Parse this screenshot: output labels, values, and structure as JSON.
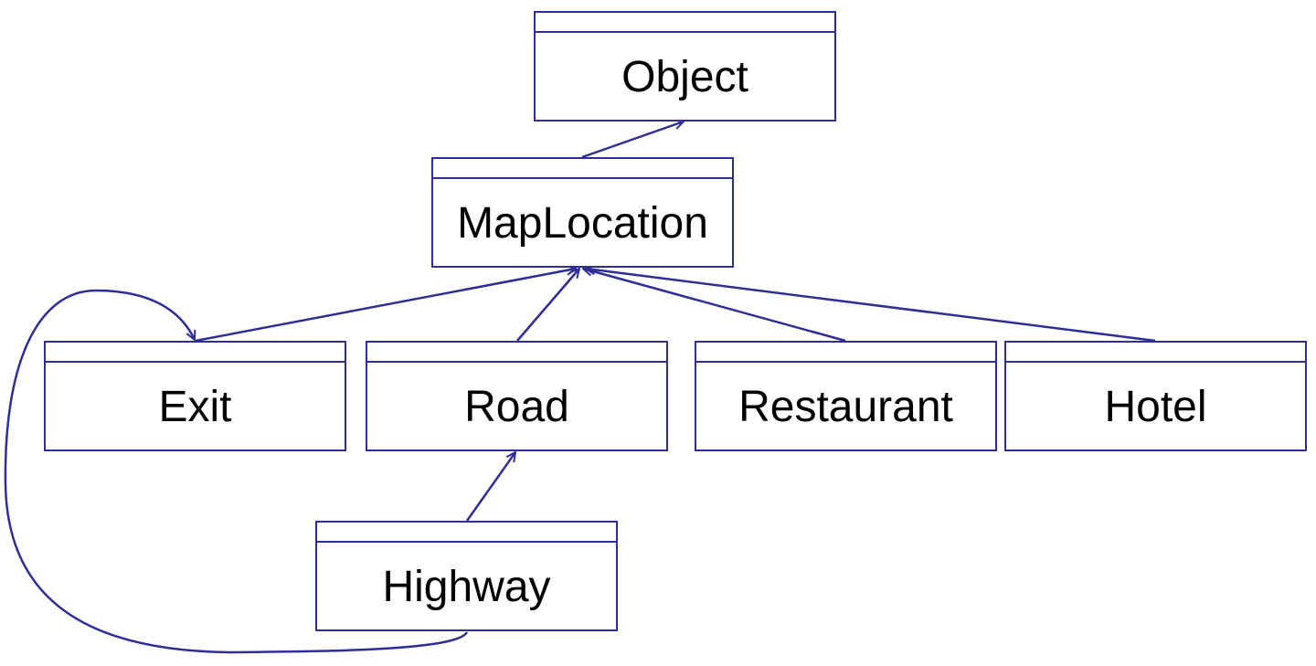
{
  "colors": {
    "stroke": "#2e2e96",
    "text": "#000000",
    "background": "#ffffff"
  },
  "classes": {
    "object": "Object",
    "maplocation": "MapLocation",
    "exit": "Exit",
    "road": "Road",
    "restaurant": "Restaurant",
    "hotel": "Hotel",
    "highway": "Highway"
  },
  "relations": [
    {
      "from": "maplocation",
      "to": "object",
      "kind": "inherits"
    },
    {
      "from": "exit",
      "to": "maplocation",
      "kind": "inherits"
    },
    {
      "from": "road",
      "to": "maplocation",
      "kind": "inherits"
    },
    {
      "from": "restaurant",
      "to": "maplocation",
      "kind": "inherits"
    },
    {
      "from": "hotel",
      "to": "maplocation",
      "kind": "inherits"
    },
    {
      "from": "highway",
      "to": "road",
      "kind": "inherits"
    },
    {
      "from": "highway",
      "to": "exit",
      "kind": "association"
    }
  ]
}
